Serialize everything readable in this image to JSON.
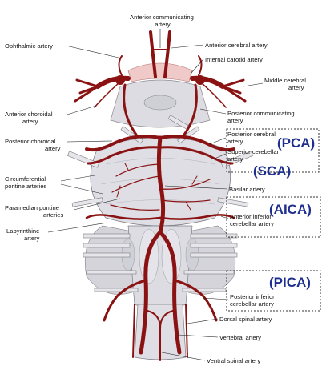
{
  "labels": {
    "anterior_communicating": [
      "Anterior communicating",
      "artery"
    ],
    "anterior_cerebral": "Anterior cerebral artery",
    "ophthalmic": "Ophthalmic artery",
    "internal_carotid": "Internal carotid artery",
    "middle_cerebral": [
      "Middle cerebral",
      "artery"
    ],
    "anterior_choroidal": [
      "Anterior choroidal",
      "artery"
    ],
    "posterior_communicating": [
      "Posterior communicating",
      "artery"
    ],
    "posterior_choroidal": [
      "Posterior choroidal",
      "artery"
    ],
    "posterior_cerebral": [
      "Posterior cerebral",
      "artery"
    ],
    "superior_cerebellar": [
      "Superior cerebellar",
      "artery"
    ],
    "circumferential_pontine": [
      "Circumferential",
      "pontine arteries"
    ],
    "basilar": "Basilar artery",
    "paramedian_pontine": [
      "Paramedian pontine",
      "arteries"
    ],
    "labyrinthine": [
      "Labyrinthine",
      "artery"
    ],
    "anterior_inferior_cerebellar": [
      "Anterior inferior",
      "cerebellar artery"
    ],
    "posterior_inferior_cerebellar": [
      "Posterior inferior",
      "cerebellar artery"
    ],
    "dorsal_spinal": "Dorsal spinal artery",
    "vertebral": "Vertebral artery",
    "ventral_spinal": "Ventral spinal artery"
  },
  "abbreviations": {
    "pca": "(PCA)",
    "sca": "(SCA)",
    "aica": "(AICA)",
    "pica": "(PICA)"
  },
  "colors": {
    "artery": "#8a1212",
    "abbreviation_text": "#1f2f8f",
    "brain_tissue": "#d9d9df"
  }
}
